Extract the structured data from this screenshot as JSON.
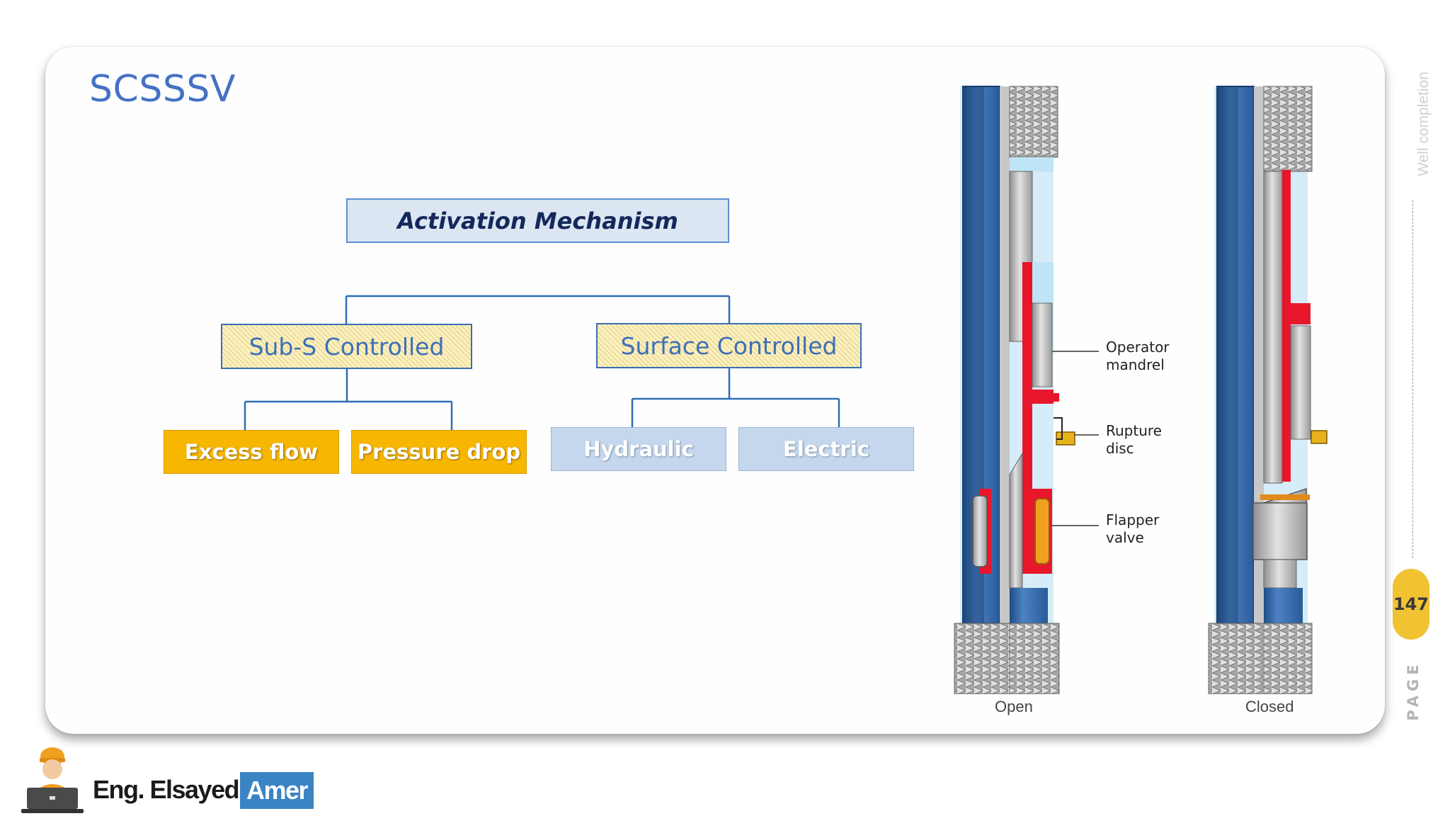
{
  "slide": {
    "title": "SCSSSV"
  },
  "hierarchy": {
    "root": "Activation Mechanism",
    "branches": [
      {
        "label": "Sub-S Controlled",
        "children": [
          "Excess flow",
          "Pressure drop"
        ]
      },
      {
        "label": "Surface Controlled",
        "children": [
          "Hydraulic",
          "Electric"
        ]
      }
    ]
  },
  "valve_figure": {
    "callouts": [
      "Operator\nmandrel",
      "Rupture\ndisc",
      "Flapper\nvalve"
    ],
    "states": [
      "Open",
      "Closed"
    ]
  },
  "sidebar": {
    "section_label": "Well completion",
    "page_number": "147",
    "page_word": "PAGE"
  },
  "author": {
    "first_part": "Eng. Elsayed",
    "last_part": "Amer"
  },
  "colors": {
    "title_blue": "#4472c4",
    "connector_blue": "#2e6db4",
    "orange_leaf": "#f7b600",
    "blue_leaf": "#c5d7ec",
    "valve_body": "#2c5f9e",
    "valve_fluid": "#bfe3f7",
    "valve_red": "#e8162a",
    "page_pill": "#f1c232"
  }
}
